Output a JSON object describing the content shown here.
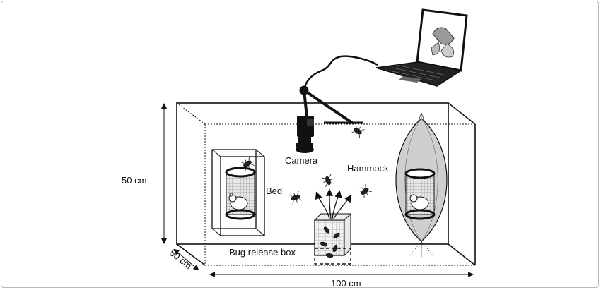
{
  "labels": {
    "camera": "Camera",
    "hammock": "Hammock",
    "bed": "Bed",
    "bug_release_box": "Bug release box",
    "height": "50 cm",
    "depth": "50 cm",
    "width": "100 cm"
  },
  "icons": [
    "laptop-icon",
    "film-reel-icon",
    "camera-icon",
    "bug-icon",
    "mouse-in-cage-icon"
  ],
  "colors": {
    "line": "#111111",
    "cage_fill": "#d9d9d9",
    "hammock_fill": "#cfcfcf"
  }
}
